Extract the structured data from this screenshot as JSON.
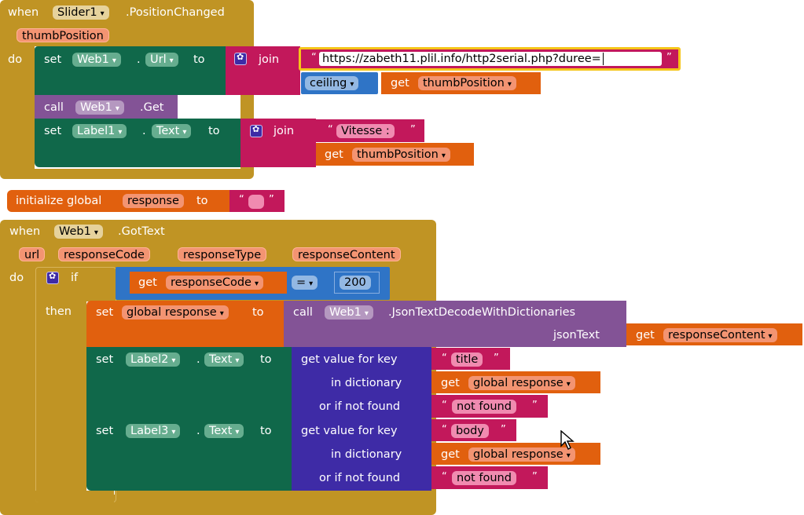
{
  "event1": {
    "when": "when",
    "component": "Slider1",
    "event": ".PositionChanged",
    "param": "thumbPosition",
    "do": "do"
  },
  "set_url": {
    "set": "set",
    "component": "Web1",
    "dot": ".",
    "property": "Url",
    "to": "to",
    "join": "join",
    "text_open": "“",
    "text_close": "”",
    "url_value": "https://zabeth11.plil.info/http2serial.php?duree=",
    "ceiling": "ceiling",
    "get": "get",
    "get_var": "thumbPosition"
  },
  "call_get": {
    "call": "call",
    "component": "Web1",
    "method": ".Get"
  },
  "set_label1": {
    "set": "set",
    "component": "Label1",
    "dot": ".",
    "property": "Text",
    "to": "to",
    "join": "join",
    "text_value": "Vitesse :",
    "get": "get",
    "get_var": "thumbPosition"
  },
  "global_init": {
    "label": "initialize global",
    "name": "response",
    "to": "to",
    "empty_text": ""
  },
  "event2": {
    "when": "when",
    "component": "Web1",
    "event": ".GotText",
    "params": [
      "url",
      "responseCode",
      "responseType",
      "responseContent"
    ],
    "do": "do",
    "if": "if",
    "then": "then",
    "get": "get",
    "cond_var": "responseCode",
    "operator": "=",
    "cond_value": "200"
  },
  "set_global": {
    "set": "set",
    "var": "global response",
    "to": "to",
    "call": "call",
    "component": "Web1",
    "method": ".JsonTextDecodeWithDictionaries",
    "arg_label": "jsonText",
    "get": "get",
    "arg_var": "responseContent"
  },
  "set_label2": {
    "set": "set",
    "component": "Label2",
    "dot": ".",
    "property": "Text",
    "to": "to",
    "get_value": "get value for key",
    "in_dict": "in dictionary",
    "not_found_label": "or if not found",
    "key": "title",
    "get": "get",
    "dict_var": "global response",
    "not_found": "not found"
  },
  "set_label3": {
    "set": "set",
    "component": "Label3",
    "dot": ".",
    "property": "Text",
    "to": "to",
    "get_value": "get value for key",
    "in_dict": "in dictionary",
    "not_found_label": "or if not found",
    "key": "body",
    "get": "get",
    "dict_var": "global response",
    "not_found": "not found"
  },
  "colors": {
    "control": "#c09424",
    "component_set": "#10684a",
    "component_call": "#835396",
    "text": "#c2185b",
    "variable": "#e1600e",
    "math": "#2f74c6",
    "dictionary": "#3e2ba6"
  },
  "icons": [
    "gear-icon",
    "dropdown-arrow-icon",
    "mouse-cursor-icon"
  ]
}
